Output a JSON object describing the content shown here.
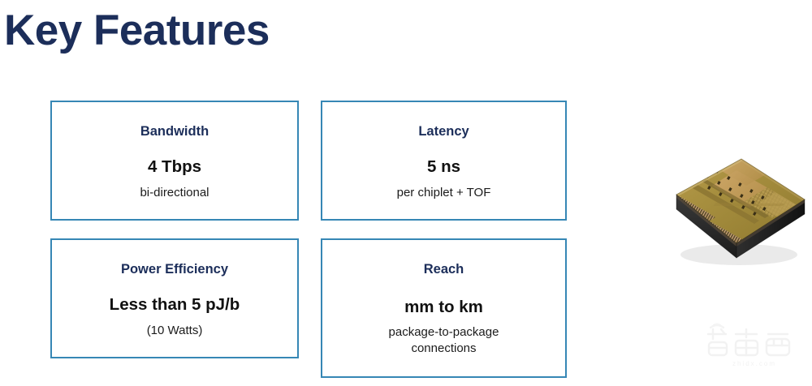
{
  "slide": {
    "title": "Key Features",
    "title_color": "#1c2e5a",
    "background_color": "#ffffff",
    "card_border_color": "#3687b5"
  },
  "cards": [
    {
      "id": "bandwidth",
      "title": "Bandwidth",
      "value": "4 Tbps",
      "sub": "bi-directional"
    },
    {
      "id": "latency",
      "title": "Latency",
      "value": "5 ns",
      "sub": "per chiplet + TOF"
    },
    {
      "id": "power",
      "title": "Power Efficiency",
      "value": "Less than 5 pJ/b",
      "sub": "(10 Watts)"
    },
    {
      "id": "reach",
      "title": "Reach",
      "value": "mm to km",
      "sub_line1": "package-to-package",
      "sub_line2": "connections"
    }
  ],
  "figure": {
    "name": "chiplet-die-isometric",
    "top_face_color": "#a08a3c",
    "side_face_color": "#2b2b2b",
    "pad_stripe_color": "#d8b08a"
  },
  "watermark": {
    "text": "智东西",
    "subtext": "zhidx.com",
    "color": "#f2f2f2"
  }
}
